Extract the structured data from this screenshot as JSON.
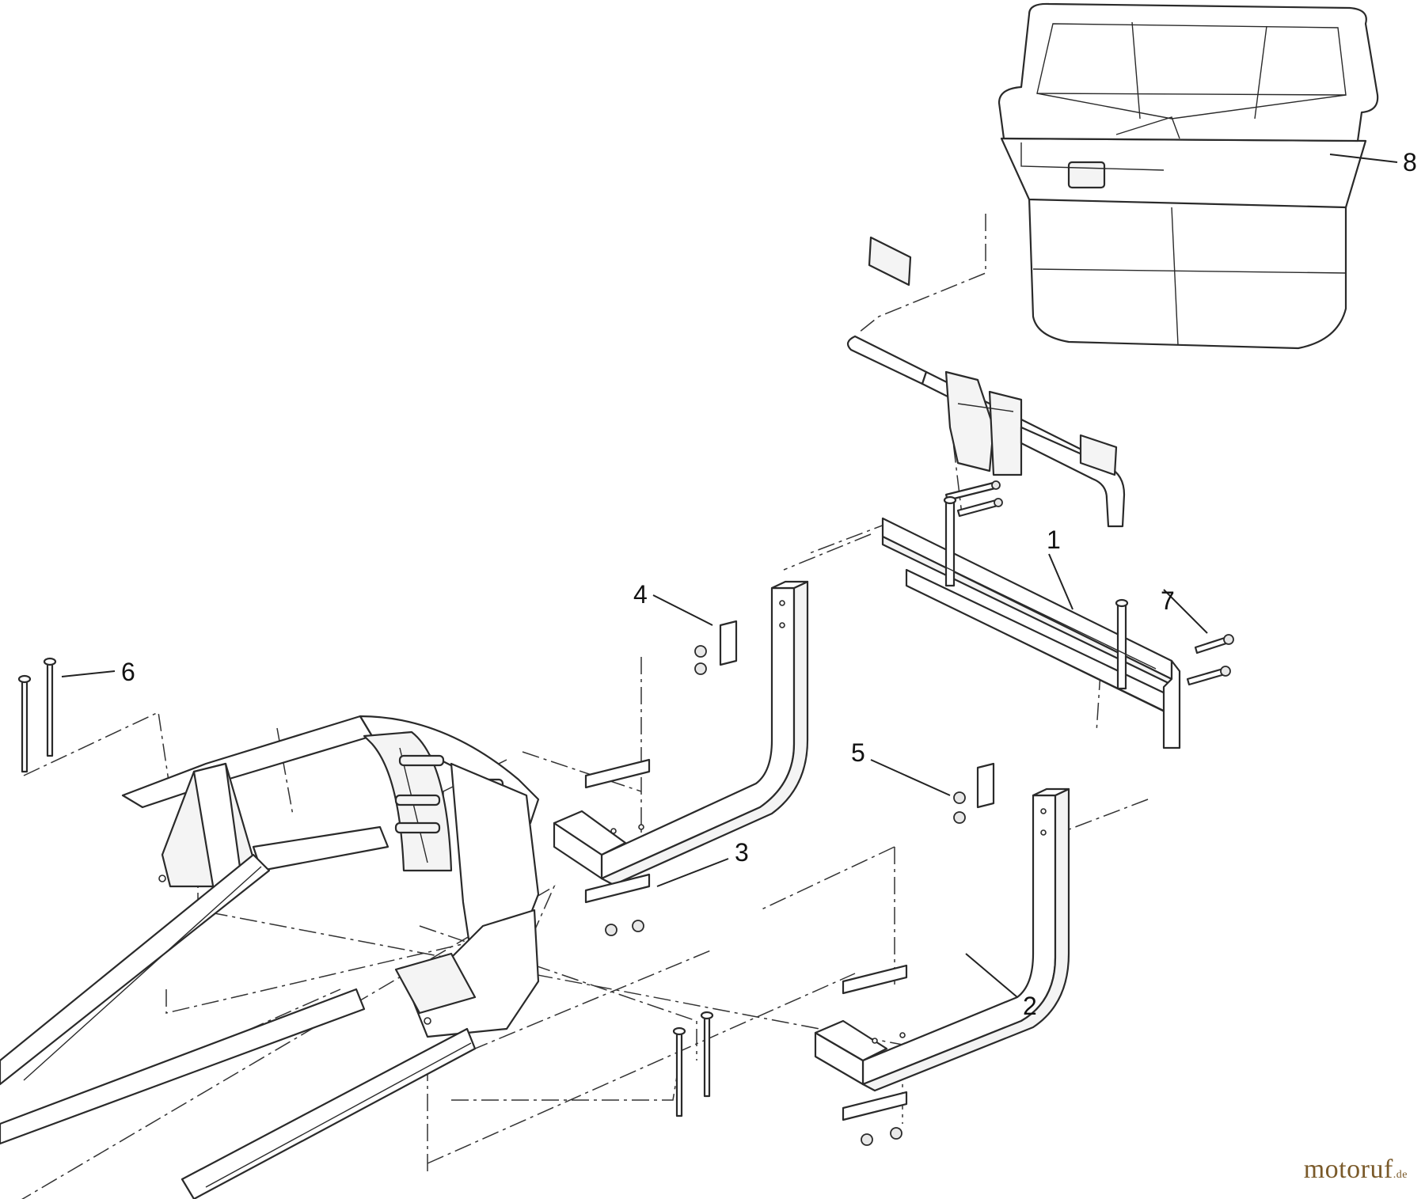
{
  "callouts": {
    "c1": "1",
    "c2": "2",
    "c3": "3",
    "c4": "4",
    "c5": "5",
    "c6": "6",
    "c7": "7",
    "c8": "8"
  },
  "watermark": {
    "brand": "motoruf",
    "suffix": ".de"
  },
  "colors": {
    "line": "#2a2a2a",
    "watermark": "#7a5a2a"
  }
}
